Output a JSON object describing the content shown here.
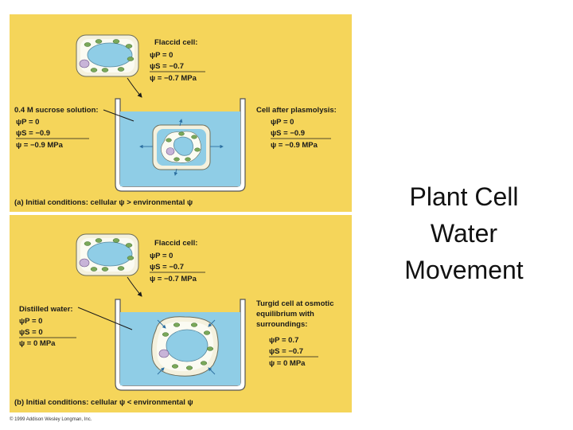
{
  "side_title": {
    "line1": "Plant Cell",
    "line2": "Water",
    "line3": "Movement"
  },
  "panel_a": {
    "flaccid": {
      "title": "Flaccid cell:",
      "p": "ψP =   0",
      "s": "ψS = −0.7",
      "total": "ψ  = −0.7 MPa"
    },
    "solution": {
      "title": "0.4 M sucrose solution:",
      "p": "ψP =   0",
      "s": "ψS = −0.9",
      "total": "ψ  = −0.9 MPa"
    },
    "after": {
      "title": "Cell after plasmolysis:",
      "p": "ψP =   0",
      "s": "ψS = −0.9",
      "total": "ψ  = −0.9 MPa"
    },
    "caption": "(a) Initial conditions: cellular ψ > environmental ψ"
  },
  "panel_b": {
    "flaccid": {
      "title": "Flaccid cell:",
      "p": "ψP =   0",
      "s": "ψS = −0.7",
      "total": "ψ  = −0.7 MPa"
    },
    "distilled": {
      "title": "Distilled water:",
      "p": "ψP = 0",
      "s": "ψS = 0",
      "total": "ψ  = 0 MPa"
    },
    "turgid": {
      "title1": "Turgid cell at osmotic",
      "title2": "equilibrium with",
      "title3": "surroundings:",
      "p": "ψP =   0.7",
      "s": "ψS = −0.7",
      "total": "ψ  =   0 MPa"
    },
    "caption": "(b) Initial conditions: cellular ψ < environmental ψ"
  },
  "copyright": "© 1999 Addison Wesley Longman, Inc."
}
